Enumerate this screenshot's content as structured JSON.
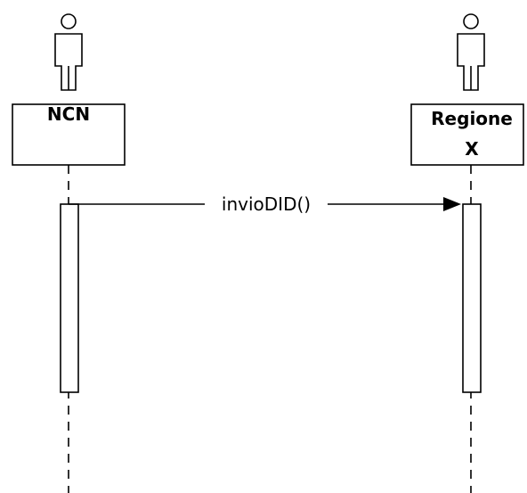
{
  "participants": [
    {
      "name": "NCN",
      "label_lines": [
        "NCN"
      ]
    },
    {
      "name": "Regione X",
      "label_lines": [
        "Regione",
        "X"
      ]
    }
  ],
  "message": {
    "label": "invioDID()",
    "from": "NCN",
    "to": "Regione X"
  },
  "colors": {
    "stroke": "#000000",
    "background": "#ffffff"
  },
  "icons": {
    "actor": "actor-icon",
    "arrowhead": "arrowhead-icon"
  }
}
